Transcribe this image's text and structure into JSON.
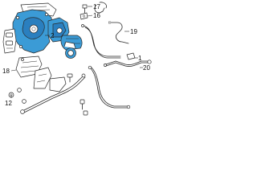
{
  "colors": {
    "highlight": "#3b9bd6",
    "highlight_dark": "#2a7fbf",
    "line": "#2a2a2a",
    "background": "#ffffff"
  },
  "callouts": [
    {
      "id": "c17",
      "label": "17"
    },
    {
      "id": "c16",
      "label": "16"
    },
    {
      "id": "c19",
      "label": "19"
    },
    {
      "id": "c2",
      "label": "2"
    },
    {
      "id": "c1",
      "label": "1"
    },
    {
      "id": "c20",
      "label": "20"
    },
    {
      "id": "c18",
      "label": "18"
    },
    {
      "id": "c12",
      "label": "12"
    }
  ]
}
